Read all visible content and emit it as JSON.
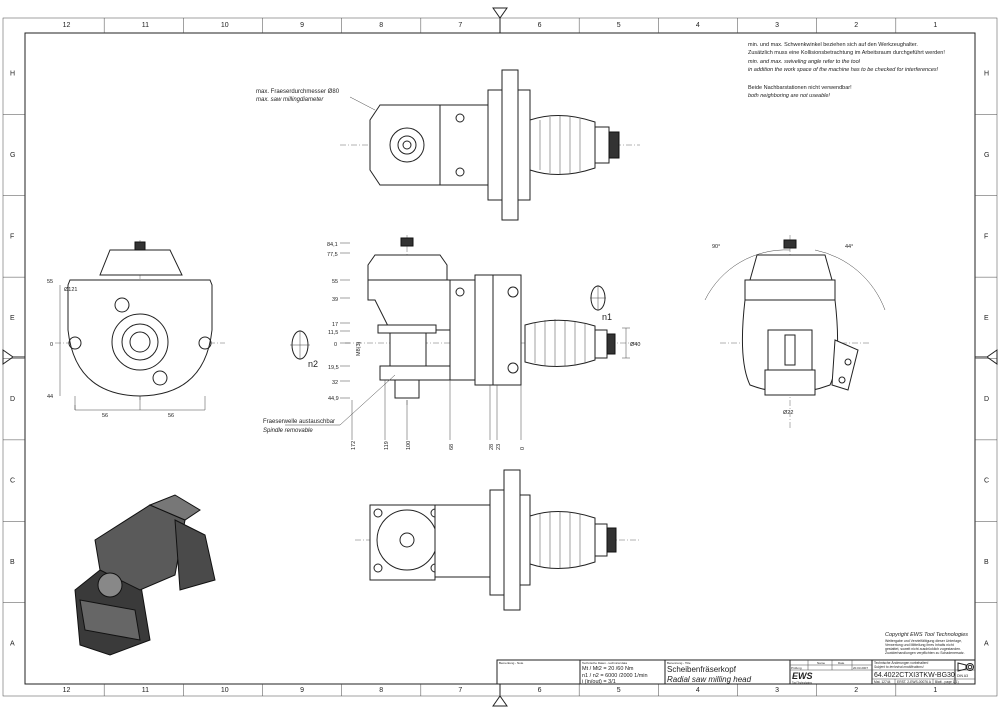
{
  "grid": {
    "columns": [
      "12",
      "11",
      "10",
      "9",
      "8",
      "7",
      "6",
      "5",
      "4",
      "3",
      "2",
      "1"
    ],
    "rows": [
      "H",
      "G",
      "F",
      "E",
      "D",
      "C",
      "B",
      "A"
    ]
  },
  "notes": {
    "de_1": "min. und max. Schwenkwinkel beziehen sich auf den Werkzeughalter.",
    "de_2": "Zusätzlich muss eine Kollisionsbetrachtung im Arbeitsraum durchgeführt werden!",
    "en_1": "min. and max. swiveling angle refer to the tool",
    "en_2": "in addition the work space of the machine has to be checked for interferences!",
    "de_3": "Beide Nachbarstationen nicht verwendbar!",
    "en_3": "both neighboring are not useable!"
  },
  "callouts": {
    "diameter_de": "max. Fraeserdurchmesser Ø80",
    "diameter_en": "max. saw millingdiameter",
    "spindle_de": "Fraeserwelle austauschbar",
    "spindle_en": "Spindle removable"
  },
  "dims": {
    "left": {
      "h55": "55",
      "dia": "Ø121",
      "zero": "0",
      "h44": "44",
      "w1": "56",
      "w2": "56"
    },
    "center": {
      "v": [
        "84,1",
        "77,5",
        "55",
        "39",
        "17",
        "11,5",
        "0",
        "19,5",
        "32",
        "44,9"
      ],
      "h": [
        "172",
        "119",
        "100",
        "68",
        "28",
        "23",
        "0"
      ],
      "thread": "M8(3)",
      "n1": "n1",
      "n2": "n2",
      "dia40": "Ø40"
    },
    "right": {
      "a1": "90°",
      "a2": "44°",
      "dia22": "Ø22"
    }
  },
  "copyright": {
    "title": "Copyright EWS Tool Technologies",
    "lines": [
      "Weitergabe und Vervielfältigung dieser Unterlage,",
      "Verwertung und Mitteilung ihres Inhalts nicht",
      "gestattet, soweit nicht ausdrücklich zugestanden.",
      "Zuwiderhandlungen verpflichten zu Schadenersatz."
    ]
  },
  "title_block": {
    "remark_label": "Bemerkung - Note",
    "tech_label": "Technische Daten - technical data",
    "torque": "Mt / Mt2 = 20 /60 Nm",
    "speed": "n1 / n2 = 6000 /2000 1/min",
    "ratio": "i (in/out) = 3/1",
    "title_label": "Benennung - Title",
    "title_de": "Scheibenfräserkopf",
    "title_en": "Radial saw milling head",
    "name_label": "Name",
    "date_label": "Date",
    "drawn_label": "Prüfung",
    "date": "20.03.2007",
    "logo": "EWS",
    "logo_sub": "Tool Technologies",
    "change_de": "Technische Änderungen vorbehalten!",
    "change_en": "Subject to technical modifications!",
    "part_number": "64.4022CTXI3TKW-BG30",
    "format": "DIN A3",
    "mat": "Mat. 12744",
    "file": "ERST. 2-EWS-00076 A",
    "sheet": "Blatt - page 1(1)"
  }
}
